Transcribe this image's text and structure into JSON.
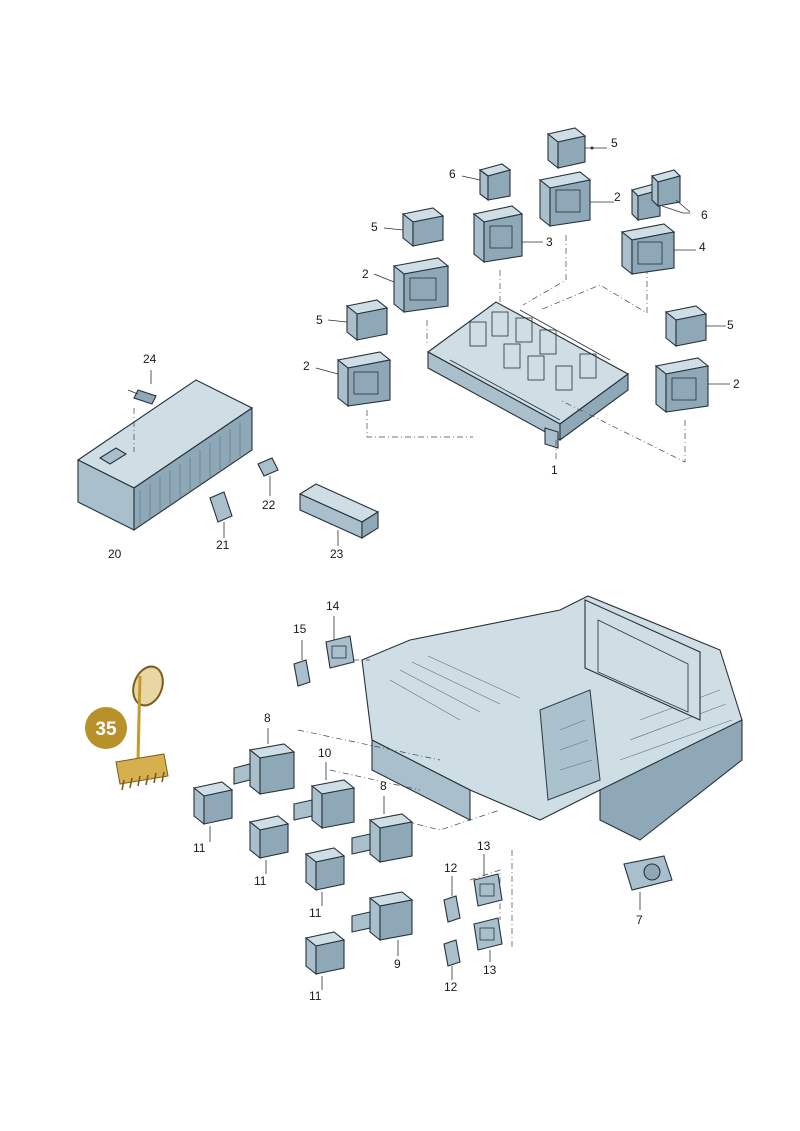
{
  "callouts": {
    "c1": "1",
    "c2a": "2",
    "c2b": "2",
    "c2c": "2",
    "c2d": "2",
    "c3": "3",
    "c4": "4",
    "c5a": "5",
    "c5b": "5",
    "c5c": "5",
    "c5d": "5",
    "c6a": "6",
    "c6b": "6",
    "c7": "7",
    "c8a": "8",
    "c8b": "8",
    "c9": "9",
    "c10": "10",
    "c11a": "11",
    "c11b": "11",
    "c11c": "11",
    "c11d": "11",
    "c12a": "12",
    "c12b": "12",
    "c13a": "13",
    "c13b": "13",
    "c14": "14",
    "c15": "15",
    "c20": "20",
    "c21": "21",
    "c22": "22",
    "c23": "23",
    "c24": "24"
  },
  "badge": {
    "label": "35",
    "color": "#b8912b"
  },
  "colors": {
    "part": "#b9ccd7",
    "outline": "#26323a"
  }
}
